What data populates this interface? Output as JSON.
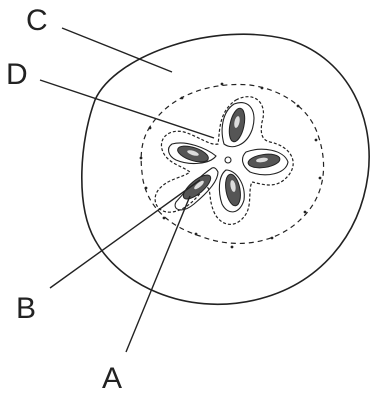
{
  "figure": {
    "labels": {
      "a": "A",
      "b": "B",
      "c": "C",
      "d": "D"
    },
    "colors": {
      "ink": "#222222",
      "seed": "#555555",
      "seed_highlight": "#dddddd",
      "background": "#ffffff"
    }
  }
}
